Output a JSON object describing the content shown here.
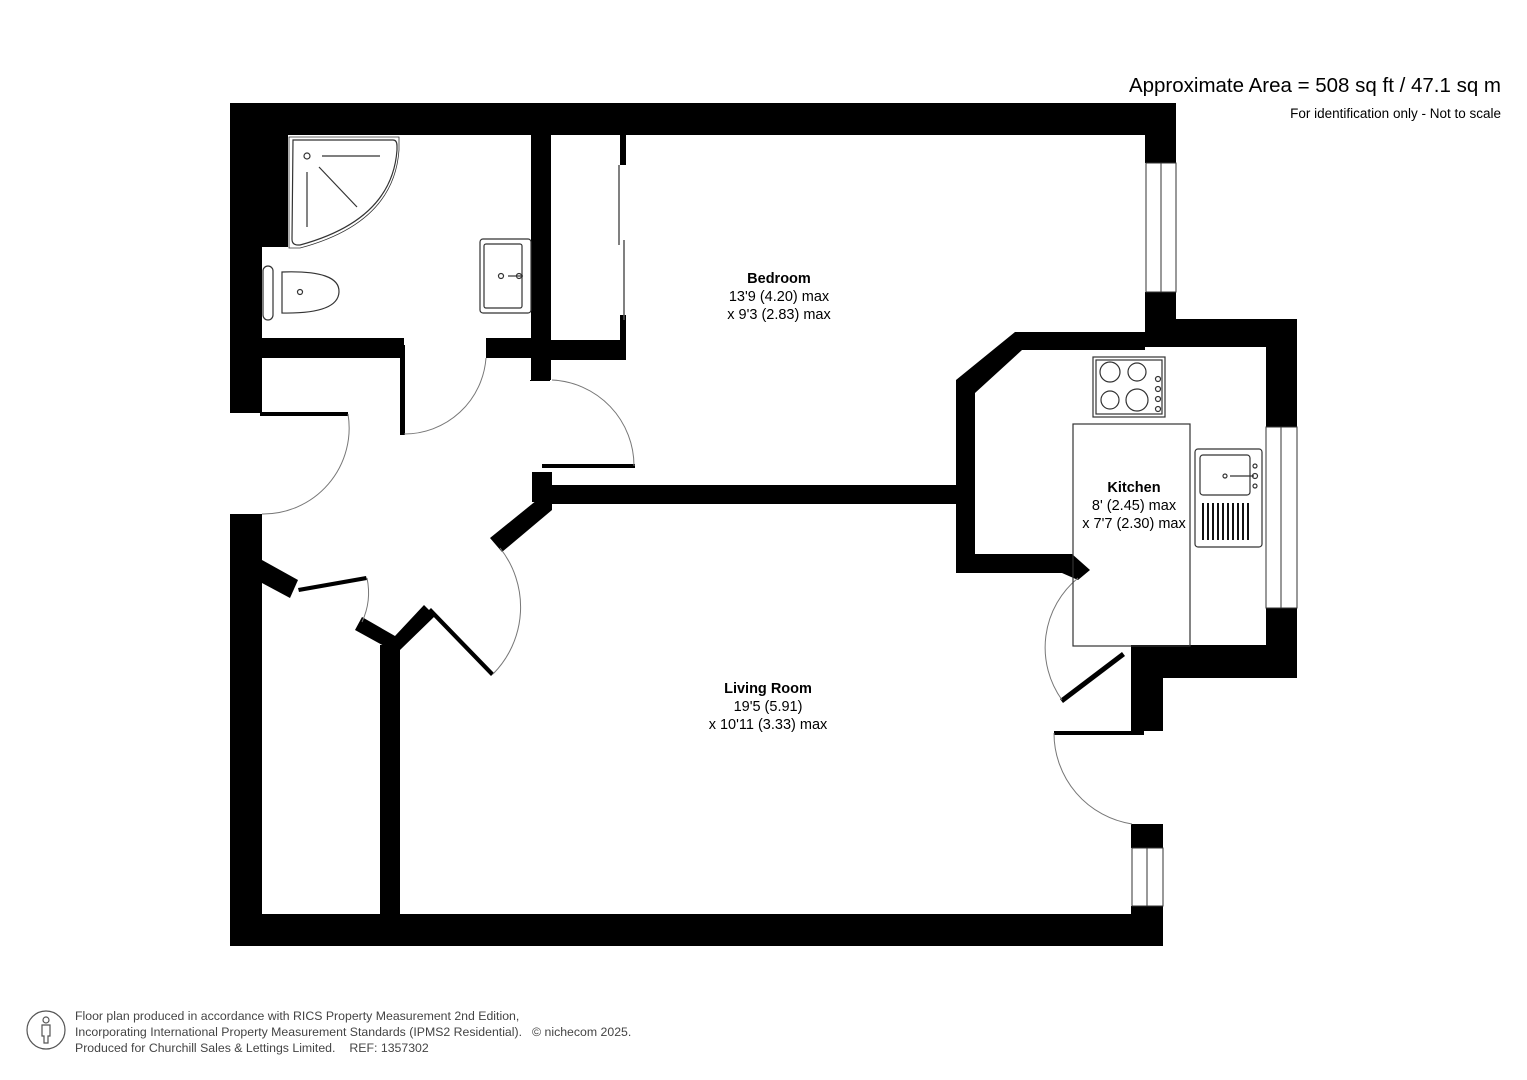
{
  "header": {
    "approximate_area": "Approximate Area = 508 sq ft / 47.1 sq m",
    "disclaimer": "For identification only - Not to scale"
  },
  "rooms": [
    {
      "name": "Bedroom",
      "dim1": "13'9 (4.20) max",
      "dim2": "x 9'3 (2.83) max"
    },
    {
      "name": "Kitchen",
      "dim1": "8' (2.45) max",
      "dim2": "x 7'7 (2.30) max"
    },
    {
      "name": "Living Room",
      "dim1": "19'5 (5.91)",
      "dim2": "x 10'11 (3.33) max"
    }
  ],
  "fixtures": [
    "shower-tray",
    "toilet",
    "washbasin",
    "wardrobe",
    "hob",
    "kitchen-sink",
    "doors",
    "windows"
  ],
  "footer": {
    "line1": "Floor plan produced in accordance with RICS Property Measurement 2nd Edition,",
    "line2": "Incorporating International Property Measurement Standards (IPMS2 Residential).",
    "copyright": "© nichecom 2025.",
    "line3": "Produced for Churchill Sales & Lettings Limited.",
    "ref": "REF: 1357302"
  },
  "colors": {
    "wall": "#000000",
    "background": "#ffffff",
    "fixture_line": "#333333",
    "footer_text": "#444444"
  }
}
